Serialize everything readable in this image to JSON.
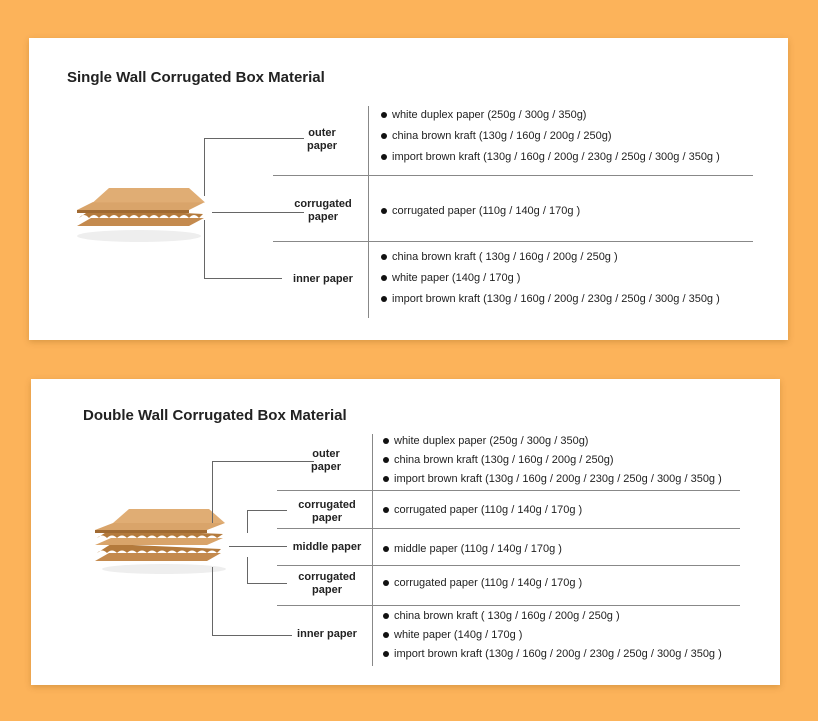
{
  "single": {
    "title": "Single Wall Corrugated Box Material",
    "groups": [
      {
        "label": "outer\npaper",
        "items": [
          "white duplex paper (250g / 300g / 350g)",
          "china brown kraft (130g / 160g / 200g / 250g)",
          "import brown kraft (130g / 160g / 200g / 230g / 250g / 300g / 350g )"
        ]
      },
      {
        "label": "corrugated\npaper",
        "items": [
          "corrugated paper (110g / 140g / 170g )"
        ]
      },
      {
        "label": "inner paper",
        "items": [
          "china brown kraft ( 130g / 160g / 200g / 250g )",
          "white paper (140g / 170g )",
          "import brown kraft (130g / 160g / 200g / 230g / 250g / 300g / 350g )"
        ]
      }
    ]
  },
  "double": {
    "title": "Double Wall Corrugated Box Material",
    "groups": [
      {
        "label": "outer\npaper",
        "items": [
          "white duplex paper (250g / 300g / 350g)",
          "china brown kraft (130g / 160g / 200g / 250g)",
          "import brown kraft (130g / 160g / 200g / 230g / 250g / 300g / 350g )"
        ]
      },
      {
        "label": "corrugated\npaper",
        "items": [
          "corrugated paper (110g / 140g / 170g )"
        ]
      },
      {
        "label": "middle paper",
        "items": [
          "middle paper (110g / 140g / 170g )"
        ]
      },
      {
        "label": "corrugated\npaper",
        "items": [
          "corrugated paper (110g / 140g / 170g )"
        ]
      },
      {
        "label": "inner paper",
        "items": [
          "china brown kraft ( 130g / 160g / 200g / 250g )",
          "white paper (140g / 170g )",
          "import brown kraft (130g / 160g / 200g / 230g / 250g / 300g / 350g )"
        ]
      }
    ]
  },
  "colors": {
    "background": "#fcb35a",
    "kraft": "#d9a46a",
    "kraft_dark": "#b47a3c"
  }
}
